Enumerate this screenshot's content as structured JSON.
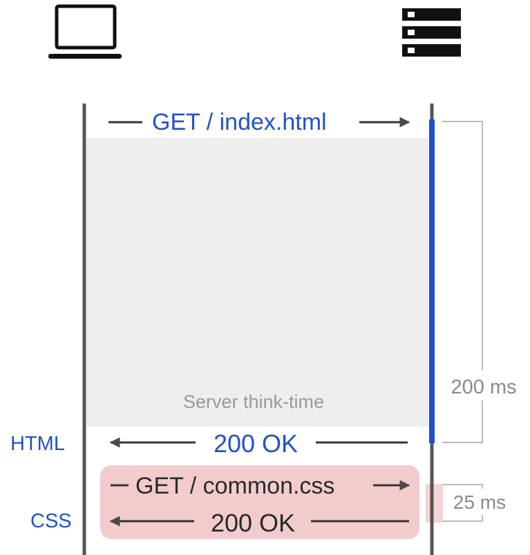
{
  "messages": {
    "get_html": "GET / index.html",
    "response_html": "200 OK",
    "get_css": "GET / common.css",
    "response_css": "200 OK"
  },
  "annotations": {
    "server_think_time": "Server think-time",
    "html_label": "HTML",
    "css_label": "CSS"
  },
  "timings": {
    "html_duration": "200 ms",
    "css_duration": "25 ms"
  },
  "icons": {
    "client": "laptop-icon",
    "server": "server-rack-icon"
  },
  "colors": {
    "accent_blue": "#2152c8",
    "think_time_fill": "#eeeeee",
    "css_highlight": "#f2cccc",
    "lifeline": "#555555"
  }
}
